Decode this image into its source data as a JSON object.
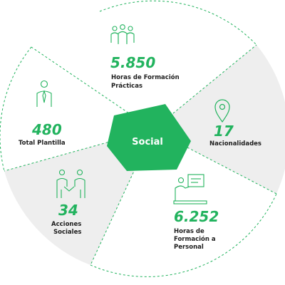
{
  "colors": {
    "accent": "#22b35e",
    "text_dark": "#1e1e1e",
    "sector_fill": "#eeeeee",
    "white": "#ffffff"
  },
  "center": {
    "label": "Social"
  },
  "stats": {
    "horas_practicas": {
      "value": "5.850",
      "label_line1": "Horas de Formación",
      "label_line2": "Prácticas",
      "icon": "group-of-people-icon"
    },
    "plantilla": {
      "value": "480",
      "label_line1": "Total Plantilla",
      "icon": "employee-with-tie-icon"
    },
    "nacionalidades": {
      "value": "17",
      "label_line1": "Nacionalidades",
      "icon": "map-pin-icon"
    },
    "acciones": {
      "value": "34",
      "label_line1": "Acciones",
      "label_line2": "Sociales",
      "icon": "handshake-people-icon"
    },
    "horas_personal": {
      "value": "6.252",
      "label_line1": "Horas de",
      "label_line2": "Formación a",
      "label_line3": "Personal",
      "icon": "presentation-board-icon"
    }
  }
}
